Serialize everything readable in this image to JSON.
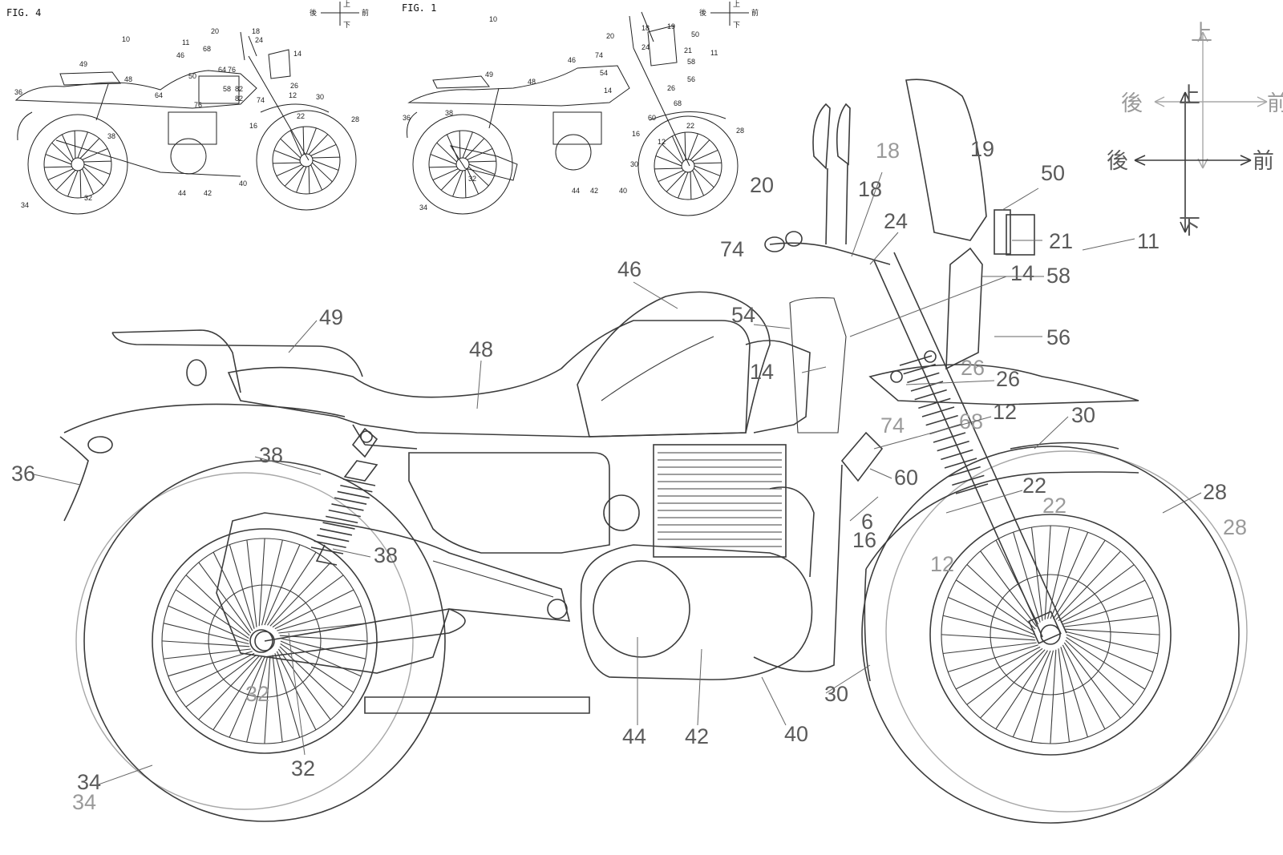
{
  "fig4": {
    "title": "FIG. 4",
    "labels": [
      "10",
      "11",
      "46",
      "68",
      "20",
      "18",
      "24",
      "14",
      "49",
      "48",
      "50",
      "64",
      "76",
      "58",
      "82",
      "26",
      "12",
      "30",
      "36",
      "64",
      "76",
      "82",
      "74",
      "16",
      "22",
      "28",
      "38",
      "44",
      "42",
      "40",
      "32",
      "34"
    ]
  },
  "fig1": {
    "title": "FIG. 1",
    "labels": [
      "10",
      "20",
      "18",
      "19",
      "50",
      "24",
      "21",
      "11",
      "58",
      "49",
      "48",
      "46",
      "74",
      "54",
      "56",
      "14",
      "26",
      "68",
      "60",
      "38",
      "16",
      "22",
      "28",
      "36",
      "12",
      "30",
      "32",
      "44",
      "42",
      "40",
      "34"
    ]
  },
  "compass": {
    "up": "上",
    "down": "下",
    "front": "前",
    "rear": "後"
  },
  "main_labels": {
    "l20": "20",
    "l18a": "18",
    "l18b": "18",
    "l24": "24",
    "l19": "19",
    "l50": "50",
    "l21": "21",
    "l11": "11",
    "l74a": "74",
    "l14a": "14",
    "l58": "58",
    "l46": "46",
    "l54": "54",
    "l56": "56",
    "l49": "49",
    "l48": "48",
    "l14b": "14",
    "l26a": "26",
    "l26b": "26",
    "l12a": "12",
    "l68": "68",
    "l74b": "74",
    "l30a": "30",
    "l60": "60",
    "l36": "36",
    "l38a": "38",
    "l38b": "38",
    "l22a": "22",
    "l22b": "22",
    "l28a": "28",
    "l28b": "28",
    "l16a": "6",
    "l16b": "16",
    "l12b": "12",
    "l44": "44",
    "l42": "42",
    "l40": "40",
    "l30b": "30",
    "l32a": "32",
    "l32b": "32",
    "l34a": "34",
    "l34b": "34"
  }
}
